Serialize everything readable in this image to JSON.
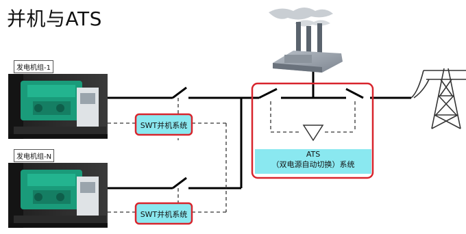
{
  "title": "并机与ATS",
  "generators": [
    {
      "label": "发电机组-1"
    },
    {
      "label": "发电机组-N"
    }
  ],
  "swt": [
    {
      "label": "SWT并机系统"
    },
    {
      "label": "SWT并机系统"
    }
  ],
  "ats": {
    "line1": "ATS",
    "line2": "（双电源自动切换）系统"
  },
  "colors": {
    "highlight_border": "#d8242c",
    "label_fill": "#8ae8f0",
    "bus_line": "#000000",
    "control_line": "#333333",
    "engine_green": "#1a9b7a"
  },
  "icons": [
    "diesel-generator-icon",
    "power-plant-icon",
    "transmission-tower-icon",
    "open-switch-icon",
    "diode-symbol-icon"
  ]
}
